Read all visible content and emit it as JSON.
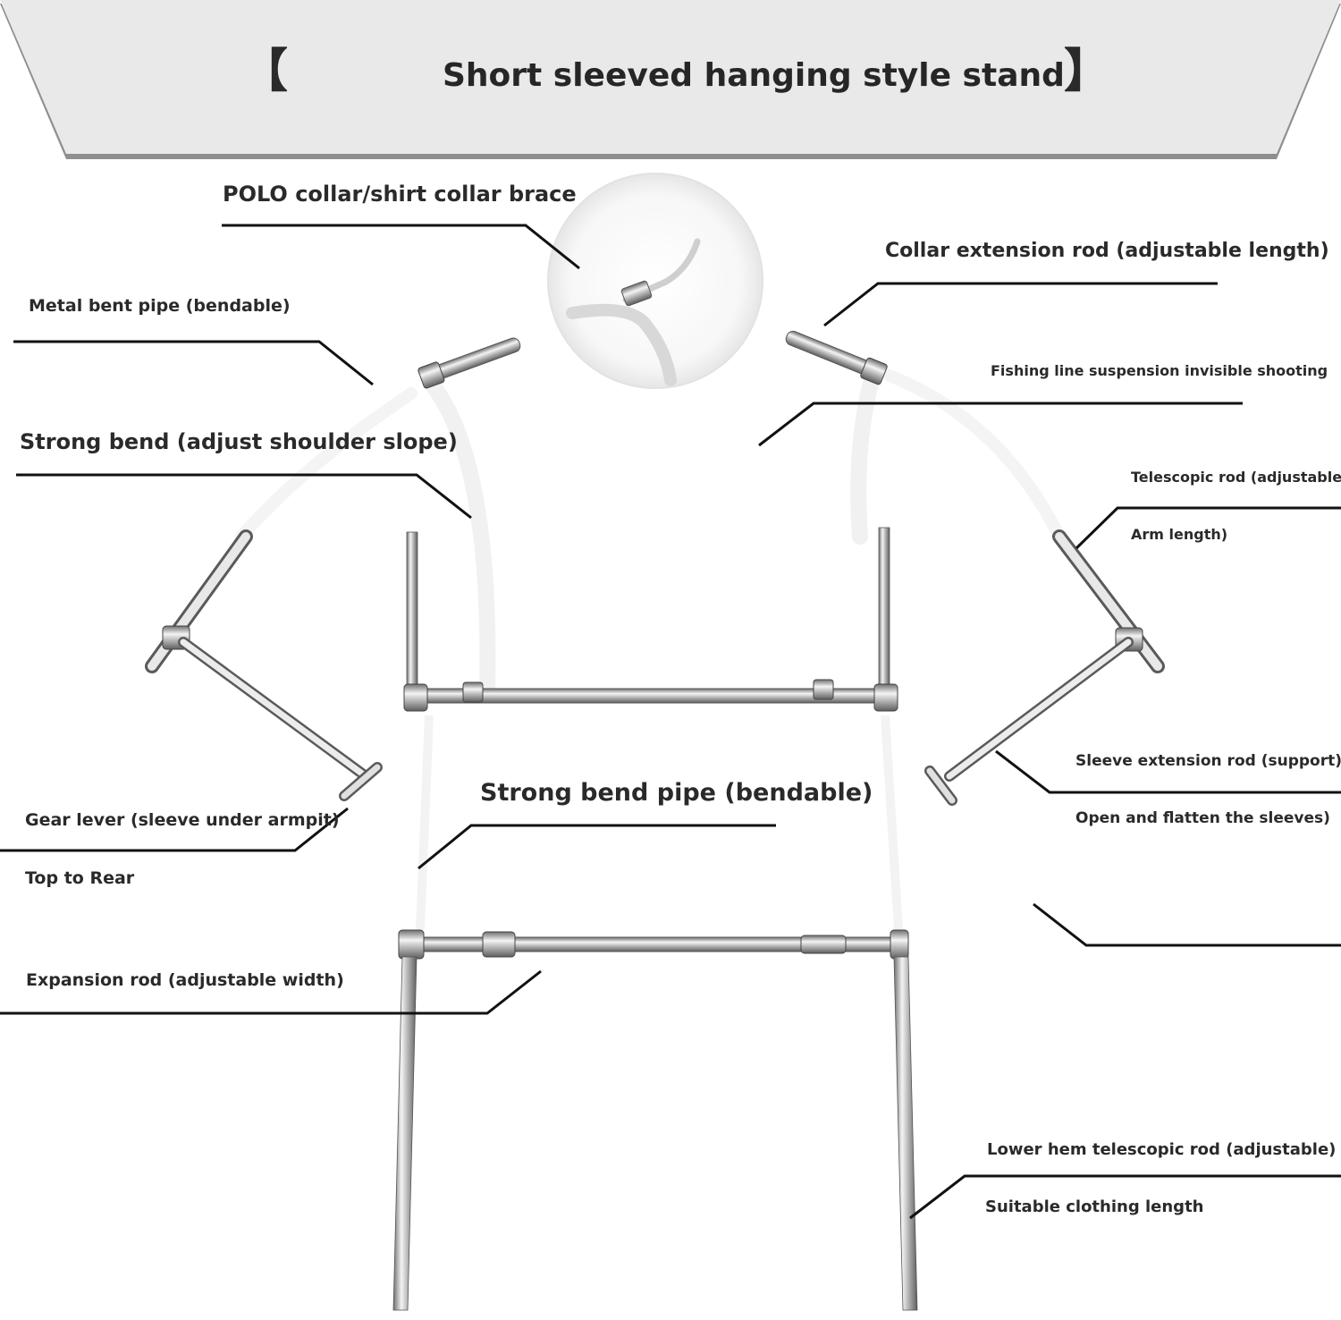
{
  "header": {
    "title": "Short sleeved hanging style stand",
    "bracket_open": "【",
    "bracket_close": "】"
  },
  "labels": {
    "polo_collar": "POLO collar/shirt collar brace",
    "collar_extension": "Collar extension rod (adjustable length)",
    "metal_bent_pipe": "Metal bent pipe (bendable)",
    "fishing_line": "Fishing line suspension invisible shooting",
    "strong_bend": "Strong bend (adjust shoulder slope)",
    "telescopic_rod": "Telescopic rod (adjustable)",
    "arm_length": "Arm length)",
    "sleeve_extension": "Sleeve extension rod (support)",
    "strong_bend_pipe": "Strong bend pipe (bendable)",
    "open_flatten": "Open and flatten the sleeves)",
    "gear_lever": "Gear lever (sleeve under armpit)",
    "top_to_rear": "Top to Rear",
    "expansion_rod": "Expansion rod (adjustable width)",
    "lower_hem": "Lower hem telescopic rod (adjustable)",
    "clothing_length": "Suitable clothing length"
  },
  "colors": {
    "banner": "#e9e9e9",
    "banner_shadow": "#8f8f8f",
    "leader": "#111111",
    "metal": "#a8a8a8"
  }
}
